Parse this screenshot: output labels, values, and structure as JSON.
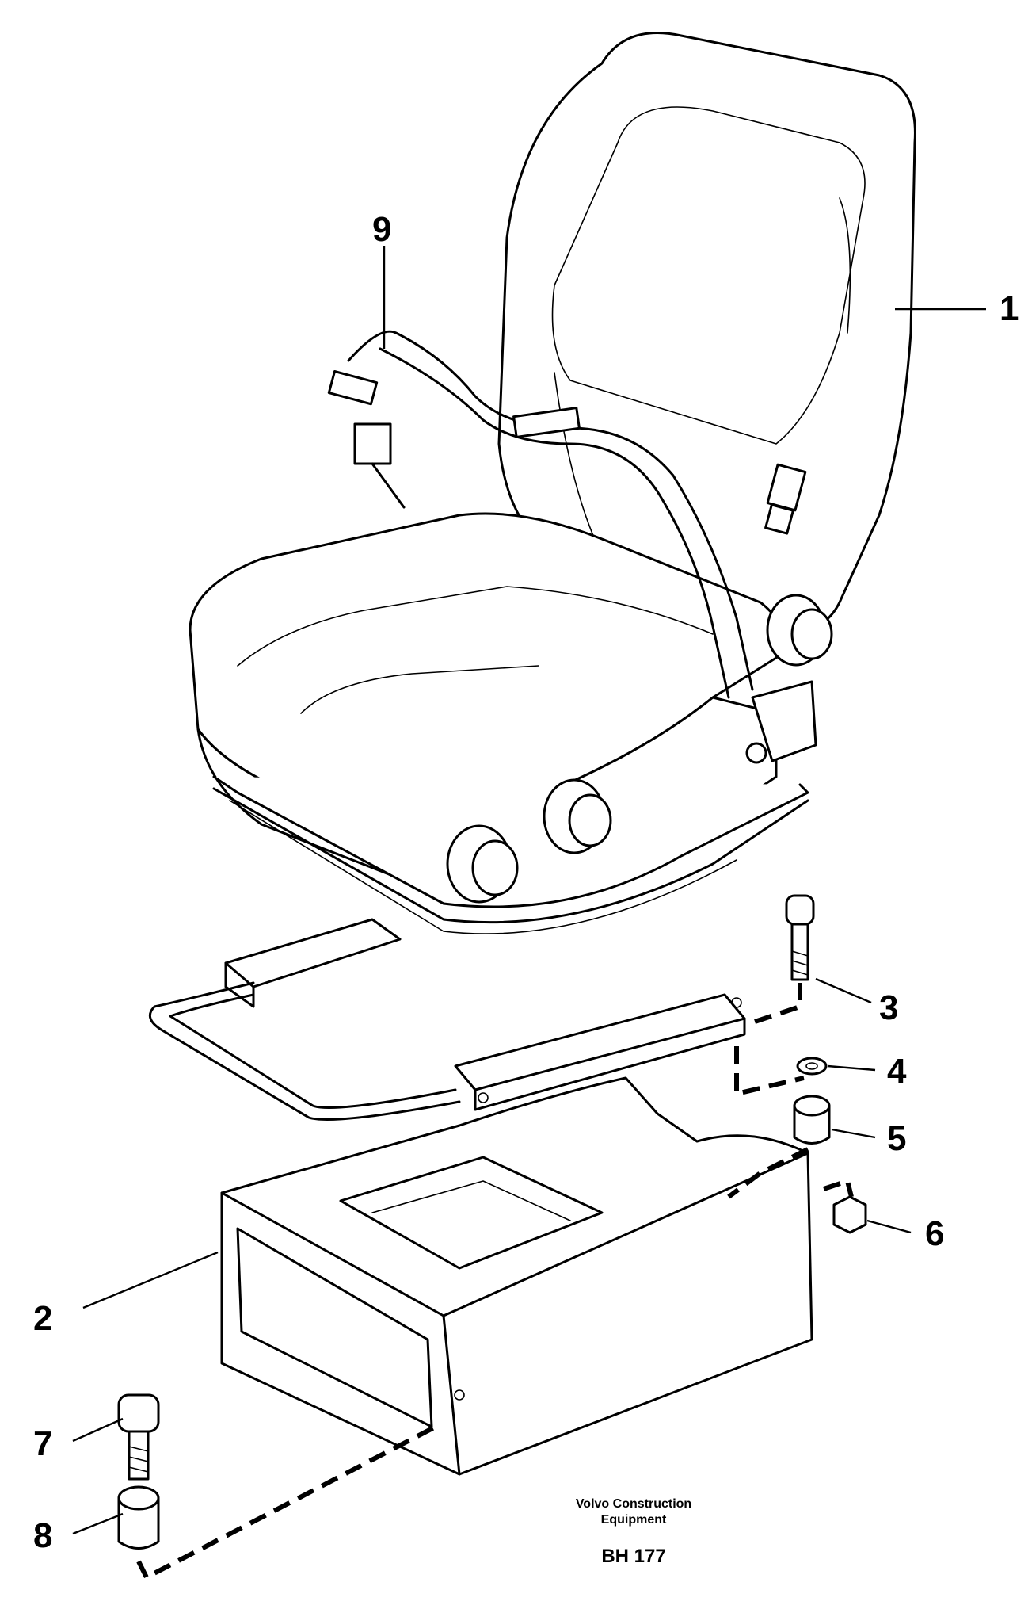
{
  "diagram": {
    "callouts": [
      {
        "id": "1",
        "label": "1"
      },
      {
        "id": "2",
        "label": "2"
      },
      {
        "id": "3",
        "label": "3"
      },
      {
        "id": "4",
        "label": "4"
      },
      {
        "id": "5",
        "label": "5"
      },
      {
        "id": "6",
        "label": "6"
      },
      {
        "id": "7",
        "label": "7"
      },
      {
        "id": "8",
        "label": "8"
      },
      {
        "id": "9",
        "label": "9"
      }
    ],
    "caption": {
      "line1": "Volvo Construction",
      "line2": "Equipment",
      "code": "BH 177"
    },
    "parts": [
      "seat-assembly",
      "seat-console",
      "screw",
      "washer",
      "spacer",
      "nut",
      "console-screw",
      "console-spacer",
      "seat-belt"
    ]
  }
}
